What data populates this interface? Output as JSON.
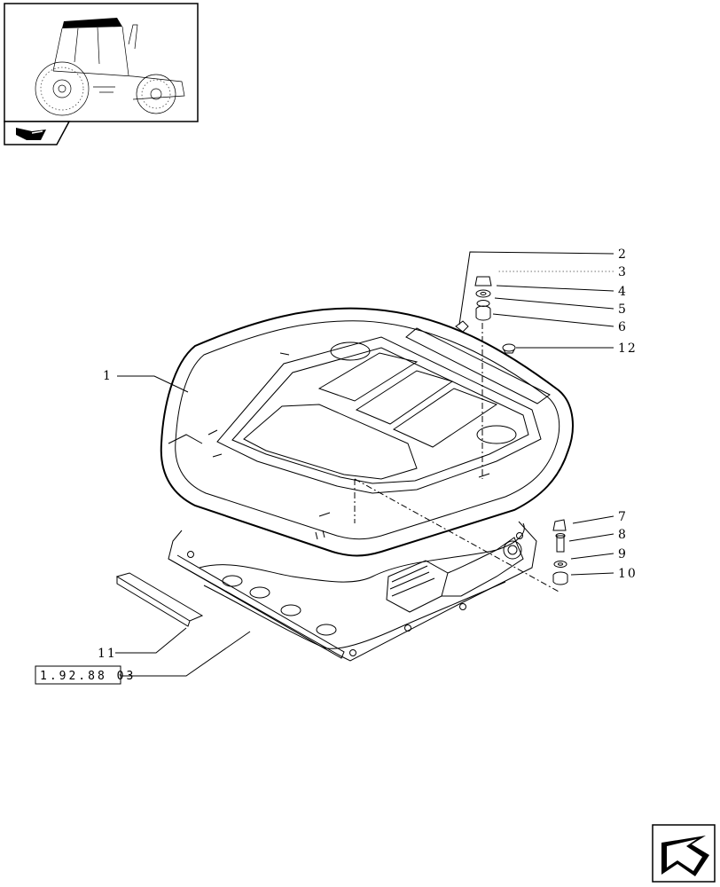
{
  "reference": {
    "code": "1.92.88 03"
  },
  "callouts": [
    {
      "id": "c1",
      "label": "1"
    },
    {
      "id": "c2",
      "label": "2"
    },
    {
      "id": "c3",
      "label": "3"
    },
    {
      "id": "c4",
      "label": "4"
    },
    {
      "id": "c5",
      "label": "5"
    },
    {
      "id": "c6",
      "label": "6"
    },
    {
      "id": "c7",
      "label": "7"
    },
    {
      "id": "c8",
      "label": "8"
    },
    {
      "id": "c9",
      "label": "9"
    },
    {
      "id": "c10",
      "label": "10"
    },
    {
      "id": "c11",
      "label": "11"
    },
    {
      "id": "c12",
      "label": "12"
    }
  ],
  "icons": {
    "thumbnail": "tractor-thumbnail-icon",
    "section": "cab-section-icon",
    "next": "next-page-arrow-icon"
  }
}
